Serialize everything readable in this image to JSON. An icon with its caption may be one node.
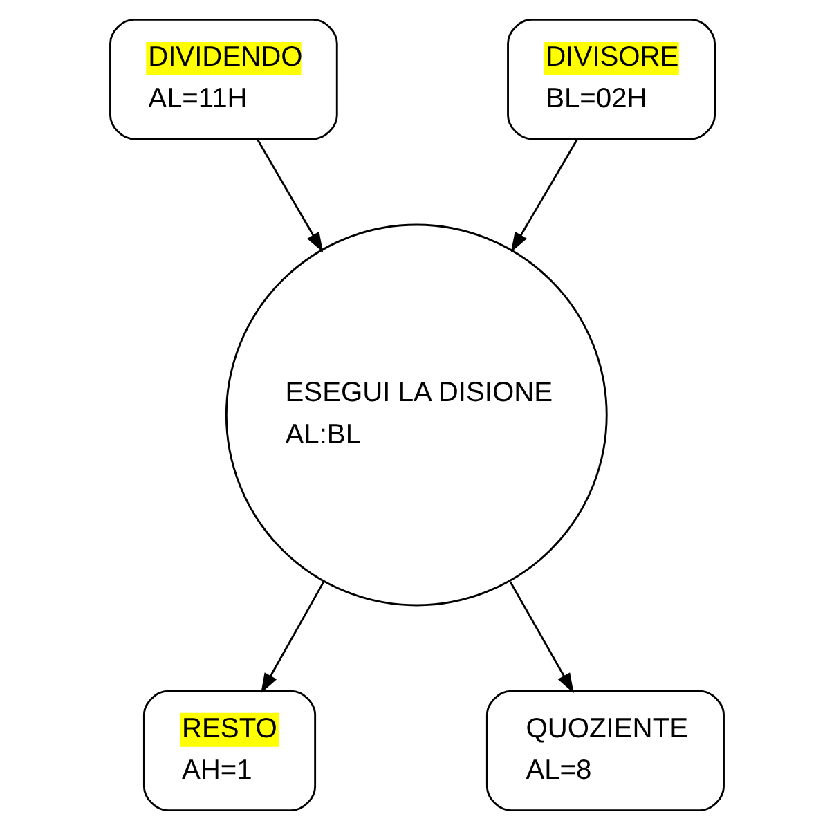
{
  "diagram": {
    "nodes": [
      {
        "text": [
          "DIVIDENDO",
          "AL=11H"
        ]
      },
      {
        "text": [
          "DIVISORE",
          "BL=02H"
        ]
      },
      {
        "text": [
          "ESEGUI LA DISIONE",
          "AL:BL"
        ]
      },
      {
        "text": [
          "RESTO",
          "AH=1"
        ]
      },
      {
        "text": [
          "QUOZIENTE",
          "AL=8"
        ]
      }
    ],
    "edges": [
      {
        "from": 0,
        "to": 2,
        "arrow": "to"
      },
      {
        "from": 1,
        "to": 2,
        "arrow": "to"
      },
      {
        "from": 2,
        "to": 3,
        "arrow": "to"
      },
      {
        "from": 2,
        "to": 4,
        "arrow": "to"
      }
    ]
  }
}
